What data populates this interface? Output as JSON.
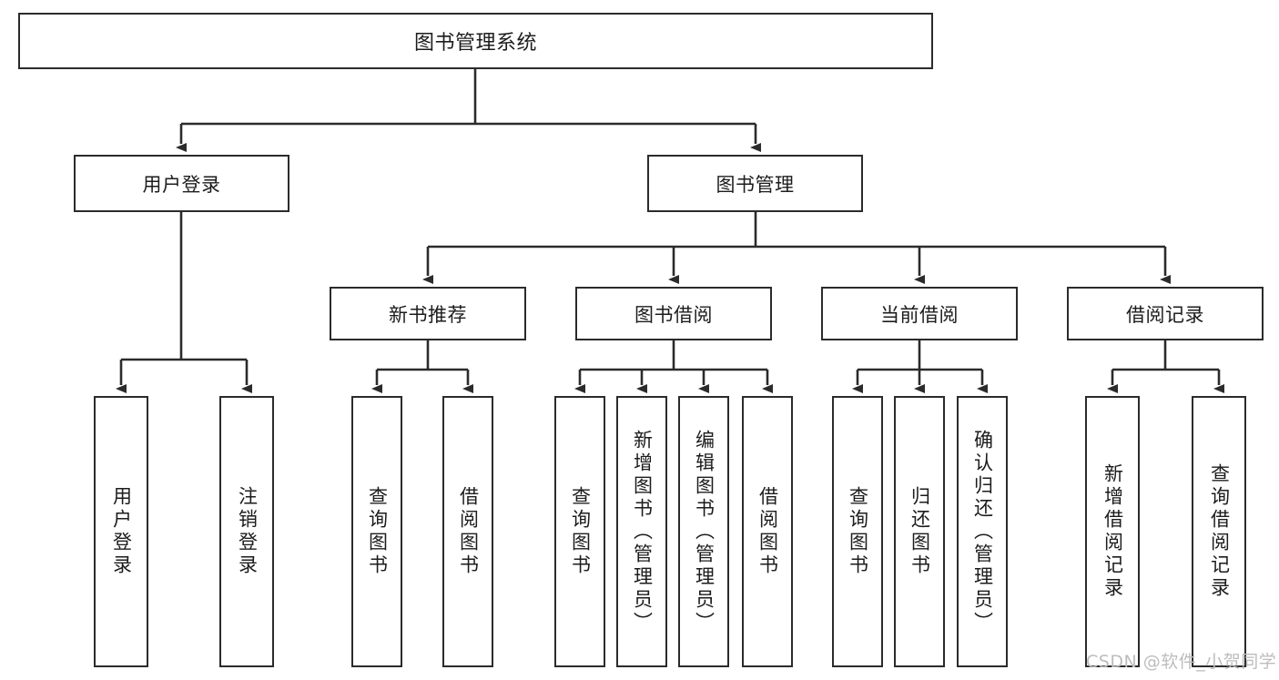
{
  "diagram": {
    "title": "图书管理系统",
    "type": "功能结构图",
    "colors": {
      "stroke": "#2b2b2b",
      "fill": "#ffffff",
      "text": "#1c1c1c",
      "watermark": "#bdbdbd"
    },
    "watermark": "CSDN @软件_小贺同学",
    "nodes": {
      "root": {
        "label": "图书管理系统",
        "level": 1
      },
      "level2": [
        {
          "id": "user-login",
          "label": "用户登录"
        },
        {
          "id": "book-management",
          "label": "图书管理"
        }
      ],
      "level3": [
        {
          "id": "new-book-recommend",
          "label": "新书推荐",
          "parent": "book-management"
        },
        {
          "id": "book-borrow",
          "label": "图书借阅",
          "parent": "book-management"
        },
        {
          "id": "current-borrow",
          "label": "当前借阅",
          "parent": "book-management"
        },
        {
          "id": "borrow-record",
          "label": "借阅记录",
          "parent": "book-management"
        }
      ],
      "leaves": [
        {
          "id": "leaf-user-login",
          "label": "用户登录",
          "parent": "user-login"
        },
        {
          "id": "leaf-logout",
          "label": "注销登录",
          "parent": "user-login"
        },
        {
          "id": "leaf-query-book-1",
          "label": "查询图书",
          "parent": "new-book-recommend"
        },
        {
          "id": "leaf-borrow-book-1",
          "label": "借阅图书",
          "parent": "new-book-recommend"
        },
        {
          "id": "leaf-query-book-2",
          "label": "查询图书",
          "parent": "book-borrow"
        },
        {
          "id": "leaf-add-book",
          "label": "新增图书（管理员）",
          "parent": "book-borrow"
        },
        {
          "id": "leaf-edit-book",
          "label": "编辑图书（管理员）",
          "parent": "book-borrow"
        },
        {
          "id": "leaf-borrow-book-2",
          "label": "借阅图书",
          "parent": "book-borrow"
        },
        {
          "id": "leaf-query-book-3",
          "label": "查询图书",
          "parent": "current-borrow"
        },
        {
          "id": "leaf-return-book",
          "label": "归还图书",
          "parent": "current-borrow"
        },
        {
          "id": "leaf-confirm-return",
          "label": "确认归还（管理员）",
          "parent": "current-borrow"
        },
        {
          "id": "leaf-add-record",
          "label": "新增借阅记录",
          "parent": "borrow-record"
        },
        {
          "id": "leaf-query-record",
          "label": "查询借阅记录",
          "parent": "borrow-record"
        }
      ]
    }
  }
}
